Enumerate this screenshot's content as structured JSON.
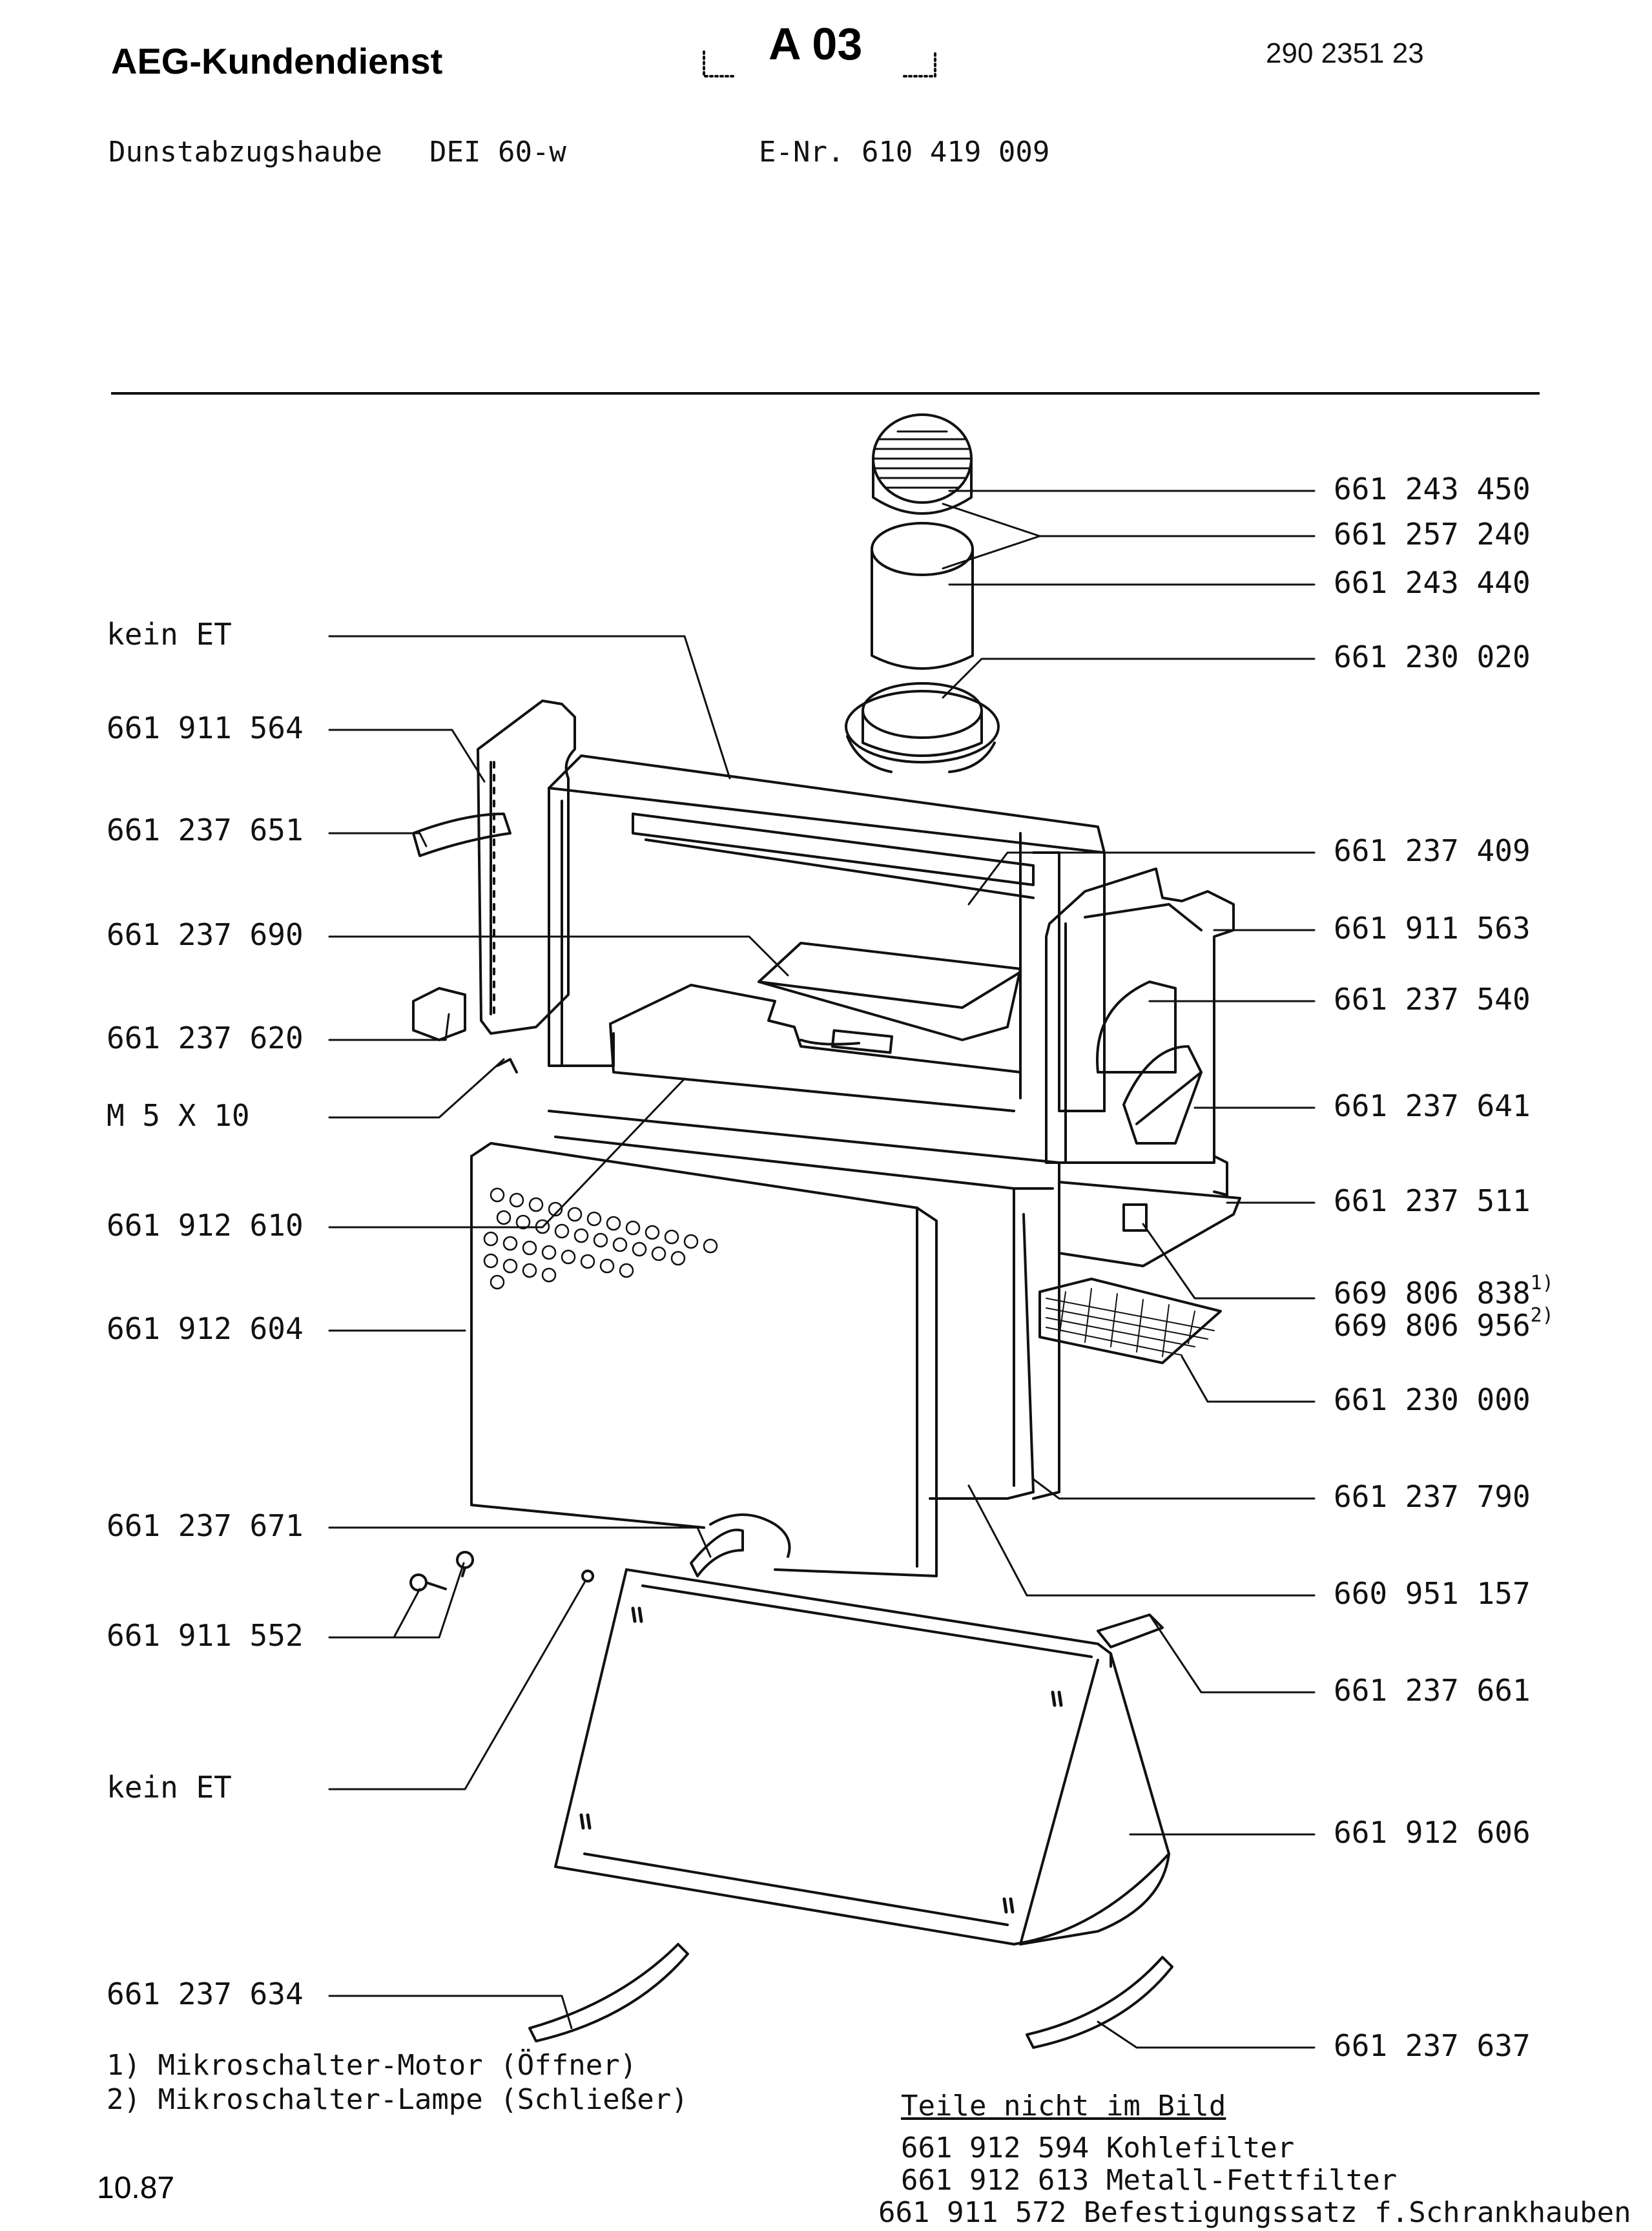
{
  "header": {
    "company": "AEG-Kundendienst",
    "page_code": "A 03",
    "doc_number": "290 2351 23",
    "product": "Dunstabzugshaube",
    "model": "DEI 60-w",
    "e_nr": "E-Nr. 610 419 009"
  },
  "labels_left": [
    "kein ET",
    "661 911 564",
    "661 237 651",
    "661 237 690",
    "661 237 620",
    "M 5 X 10",
    "661 912 610",
    "661 912 604",
    "661 237 671",
    "661 911 552",
    "kein ET",
    "661 237 634"
  ],
  "labels_right": [
    "661 243 450",
    "661 257 240",
    "661 243 440",
    "661 230 020",
    "661 237 409",
    "661 911 563",
    "661 237 540",
    "661 237 641",
    "661 237 511",
    "669 806 838",
    "669 806 956",
    "661 230 000",
    "661 237 790",
    "660 951 157",
    "661 237 661",
    "661 912 606",
    "661 237 637"
  ],
  "footnote_marks": [
    "1)",
    "2)"
  ],
  "footnotes": [
    "1) Mikroschalter-Motor (Öffner)",
    "2) Mikroschalter-Lampe (Schließer)"
  ],
  "not_shown": {
    "title": "Teile nicht im Bild",
    "items": [
      "661 912 594 Kohlefilter",
      "661 912 613 Metall-Fettfilter",
      "661 911 572 Befestigungssatz f.Schrankhauben"
    ]
  },
  "date": "10.87"
}
